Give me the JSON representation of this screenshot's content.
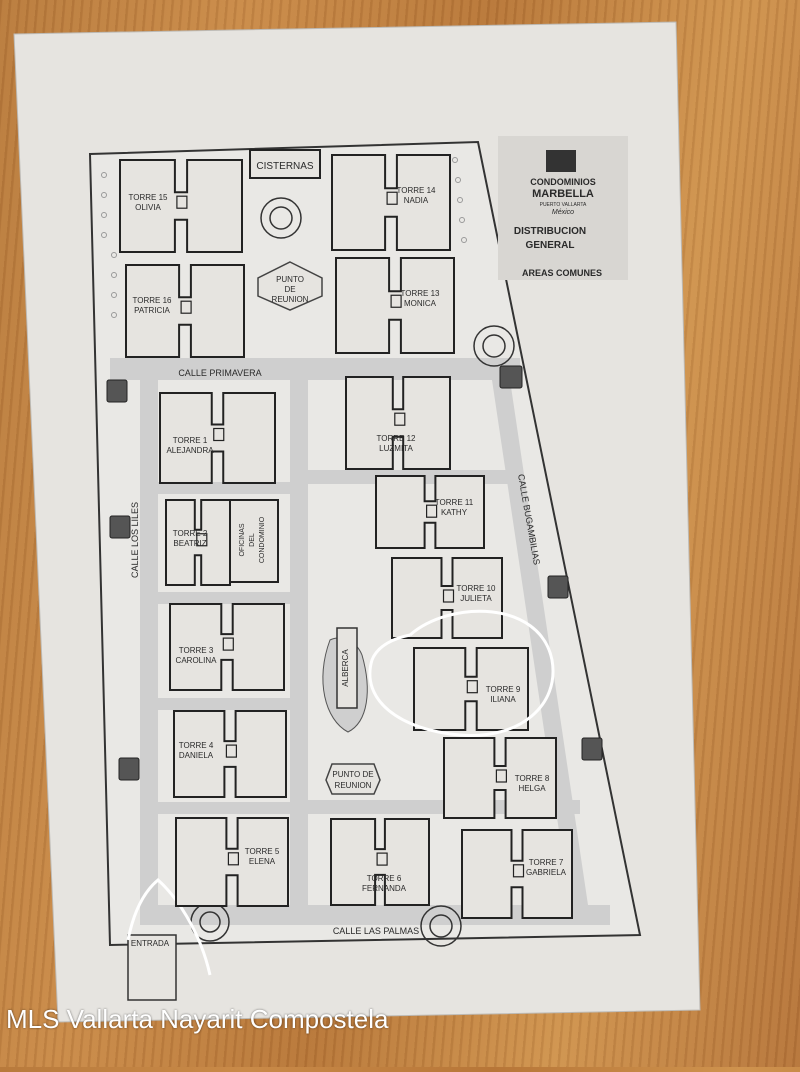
{
  "map": {
    "cisternas": "CISTERNAS",
    "logo": {
      "line1": "CONDOMINIOS",
      "line2": "MARBELLA",
      "line3": "PUERTO VALLARTA",
      "line4": "México"
    },
    "title1": "DISTRIBUCION",
    "title2": "GENERAL",
    "areas": "AREAS COMUNES",
    "streets": {
      "primavera": "CALLE PRIMAVERA",
      "lirios": "CALLE LOS LILES",
      "bugambilias": "CALLE BUGAMBILIAS",
      "palmas": "CALLE LAS PALMAS"
    },
    "entrada": "ENTRADA",
    "punto_top": [
      "PUNTO",
      "DE",
      "REUNION"
    ],
    "punto_mid": [
      "PUNTO DE",
      "REUNION"
    ],
    "oficinas": [
      "OFICINAS",
      "DEL",
      "CONDOMINIO"
    ],
    "alberca": "ALBERCA",
    "towers": [
      {
        "t": "TORRE 15",
        "n": "OLIVIA"
      },
      {
        "t": "TORRE 16",
        "n": "PATRICIA"
      },
      {
        "t": "TORRE 14",
        "n": "NADIA"
      },
      {
        "t": "TORRE 13",
        "n": "MONICA"
      },
      {
        "t": "TORRE 1",
        "n": "ALEJANDRA"
      },
      {
        "t": "TORRE 12",
        "n": "LUZMITA"
      },
      {
        "t": "TORRE 2",
        "n": "BEATRIZ"
      },
      {
        "t": "TORRE 11",
        "n": "KATHY"
      },
      {
        "t": "TORRE 3",
        "n": "CAROLINA"
      },
      {
        "t": "TORRE 10",
        "n": "JULIETA"
      },
      {
        "t": "TORRE 9",
        "n": "ILIANA"
      },
      {
        "t": "TORRE 4",
        "n": "DANIELA"
      },
      {
        "t": "TORRE 8",
        "n": "HELGA"
      },
      {
        "t": "TORRE 5",
        "n": "ELENA"
      },
      {
        "t": "TORRE 6",
        "n": "FERNANDA"
      },
      {
        "t": "TORRE 7",
        "n": "GABRIELA"
      }
    ]
  },
  "watermark": "MLS Vallarta Nayarit Compostela",
  "colors": {
    "table": "#c18242",
    "paper": "#e7e5e1",
    "ink": "#2a2a2a",
    "road": "#c9c9c9",
    "highlight": "#ffffff"
  }
}
